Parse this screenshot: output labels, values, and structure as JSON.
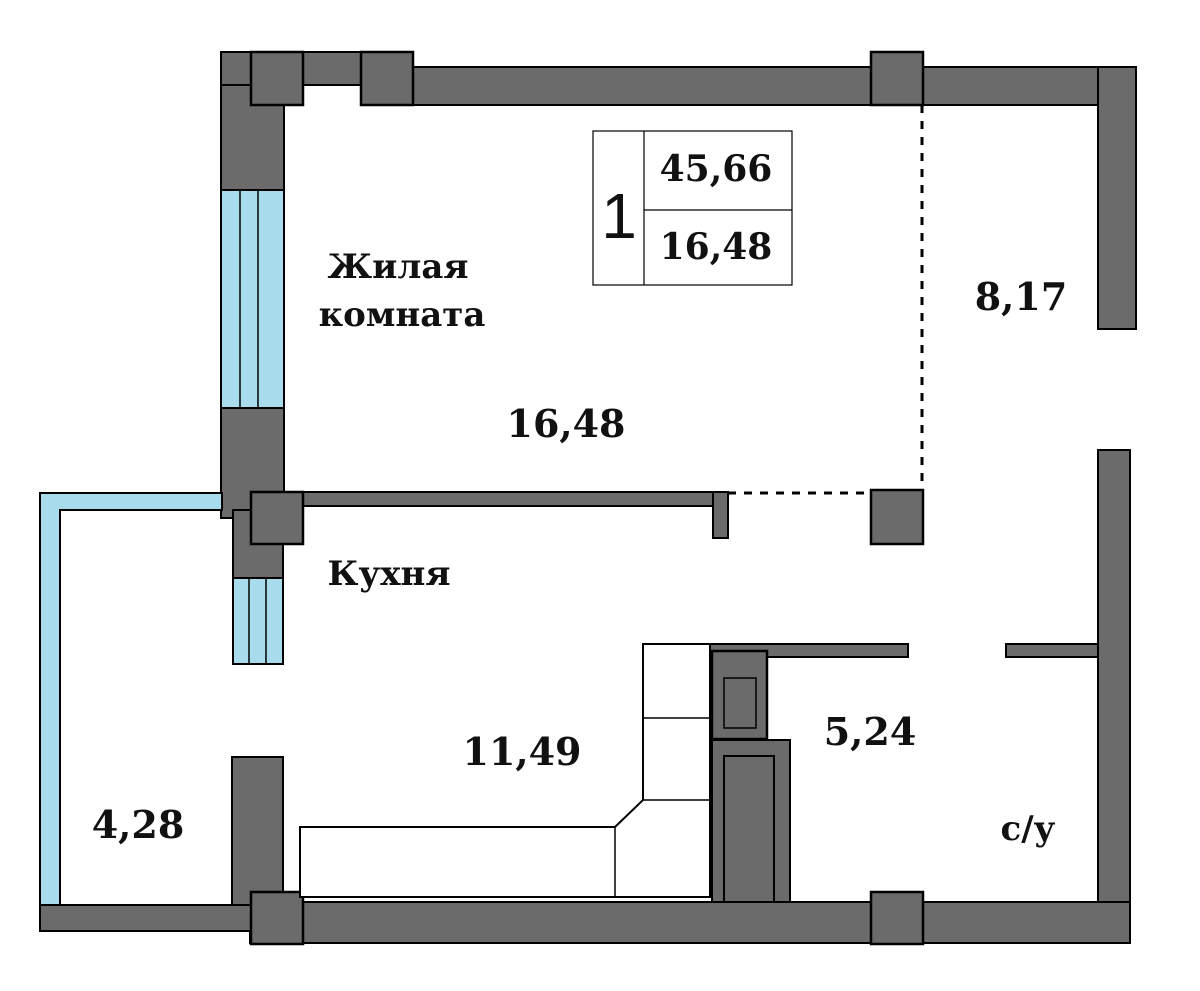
{
  "info_box": {
    "rooms": "1",
    "total_area": "45,66",
    "living_area": "16,48"
  },
  "rooms": {
    "living_label_1": "Жилая",
    "living_label_2": "комната",
    "living_area": "16,48",
    "kitchen_label": "Кухня",
    "kitchen_area": "11,49",
    "hall_area": "8,17",
    "bathroom_area": "5,24",
    "bathroom_label": "с/у",
    "balcony_area": "4,28"
  },
  "colors": {
    "wall": "#6b6b6b",
    "window": "#a8dcec"
  }
}
